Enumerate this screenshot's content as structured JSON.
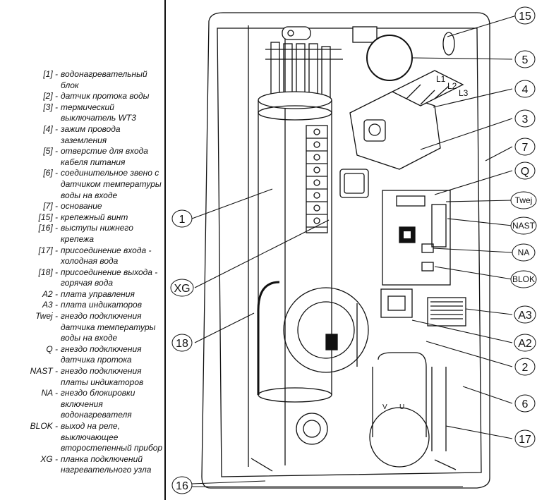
{
  "legend": [
    {
      "code": "[1] -",
      "text": "водонагревательный блок"
    },
    {
      "code": "[2] -",
      "text": "датчик протока воды"
    },
    {
      "code": "[3] -",
      "text": "термический выключатель WT3"
    },
    {
      "code": "[4] -",
      "text": "зажим провода заземления"
    },
    {
      "code": "[5] -",
      "text": "отверстие для входа кабеля питания"
    },
    {
      "code": "[6] -",
      "text": "соединительное звено с датчиком температуры воды на входе"
    },
    {
      "code": "[7] -",
      "text": "основание"
    },
    {
      "code": "[15] -",
      "text": "крепежный винт"
    },
    {
      "code": "[16] -",
      "text": "выступы нижнего крепежа"
    },
    {
      "code": "[17] -",
      "text": "присоединение входа - холодная вода"
    },
    {
      "code": "[18] -",
      "text": "присоединение выхода - горячая вода"
    },
    {
      "code": "A2 -",
      "text": "плата управления"
    },
    {
      "code": "A3 -",
      "text": "плата индикаторов"
    },
    {
      "code": "Twej -",
      "text": "гнездо подключения датчика температуры воды на входе"
    },
    {
      "code": "Q -",
      "text": "гнездо подключения датчика протока"
    },
    {
      "code": "NAST -",
      "text": "гнездо подключения платы индикаторов"
    },
    {
      "code": "NA -",
      "text": "гнездо блокировки включения водонагревателя"
    },
    {
      "code": "BLOK -",
      "text": "выход на реле, выключающее второстепенный прибор"
    },
    {
      "code": "XG -",
      "text": "планка подключений нагревательного узла"
    }
  ],
  "callouts": {
    "c15": "15",
    "c5": "5",
    "c4": "4",
    "c3": "3",
    "c7": "7",
    "cQ": "Q",
    "cTwej": "Twej",
    "cNAST": "NAST",
    "cNA": "NA",
    "cBLOK": "BLOK",
    "cA3": "A3",
    "cA2": "A2",
    "c2": "2",
    "c6": "6",
    "c17": "17",
    "c16": "16",
    "c1": "1",
    "cXG": "XG",
    "c18": "18"
  },
  "terminal_marks": [
    "L1",
    "L2",
    "L3"
  ],
  "valve_marks": [
    "V",
    "U"
  ]
}
